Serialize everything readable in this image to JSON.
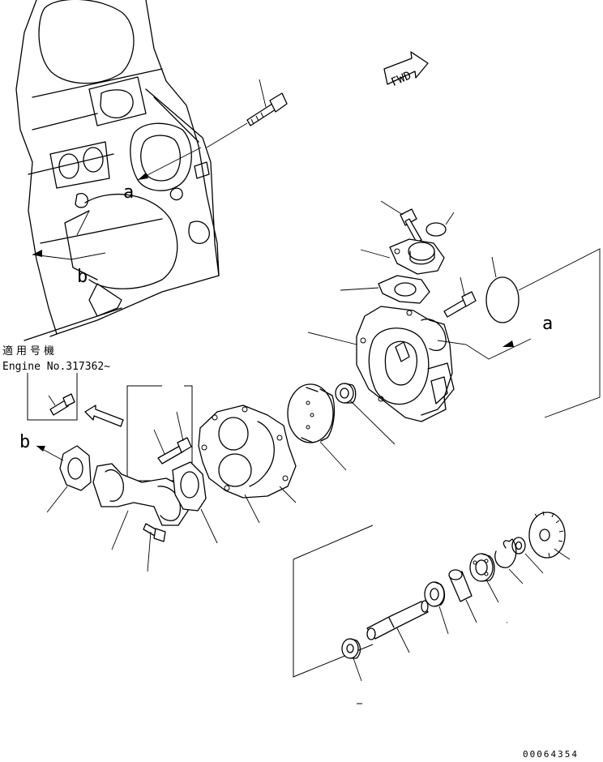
{
  "fwd_label": "FWD",
  "view_markers": {
    "a": "a",
    "b": "b"
  },
  "applicable_serial_jp": "適用号機",
  "engine_serial": "Engine No.317362~",
  "drawing_number": "00064354"
}
